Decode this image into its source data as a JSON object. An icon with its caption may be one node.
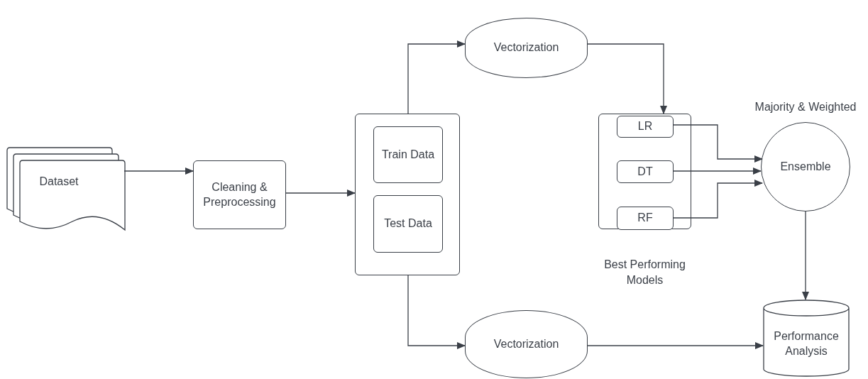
{
  "diagram": {
    "nodes": [
      {
        "text": [
          "Dataset"
        ]
      },
      {
        "text": [
          "Cleaning & Preprocessing"
        ]
      },
      {
        "text": [],
        "shape": "box"
      },
      {
        "text": [
          "Train Data"
        ],
        "in": 2
      },
      {
        "text": [
          "Test Data"
        ],
        "in": 2
      },
      {
        "text": [
          "Vectorization"
        ]
      },
      {
        "text": [],
        "shape": "box",
        "beside": [
          "Best Performing Models"
        ]
      },
      {
        "text": [
          "LR"
        ],
        "in": 6
      },
      {
        "text": [
          "DT"
        ],
        "in": 6
      },
      {
        "text": [
          "RF"
        ],
        "in": 6
      },
      {
        "text": [
          "Ensemble"
        ],
        "beside": [
          "Majority & Weighted"
        ]
      },
      {
        "text": [
          "Vectorization"
        ]
      },
      {
        "text": [
          "Performance Analysis"
        ]
      }
    ],
    "edges": [
      {
        "from": 0,
        "to": 1,
        "arrow": "to"
      },
      {
        "from": 1,
        "to": 2,
        "arrow": "to"
      },
      {
        "from": 2,
        "to": 5,
        "arrow": "to"
      },
      {
        "from": 5,
        "to": 6,
        "arrow": "to"
      },
      {
        "from": 7,
        "to": 10,
        "arrow": "to"
      },
      {
        "from": 8,
        "to": 10,
        "arrow": "to"
      },
      {
        "from": 9,
        "to": 10,
        "arrow": "to"
      },
      {
        "from": 10,
        "to": 12,
        "arrow": "to"
      },
      {
        "from": 2,
        "to": 11,
        "arrow": "to"
      },
      {
        "from": 11,
        "to": 12,
        "arrow": "to"
      }
    ]
  }
}
